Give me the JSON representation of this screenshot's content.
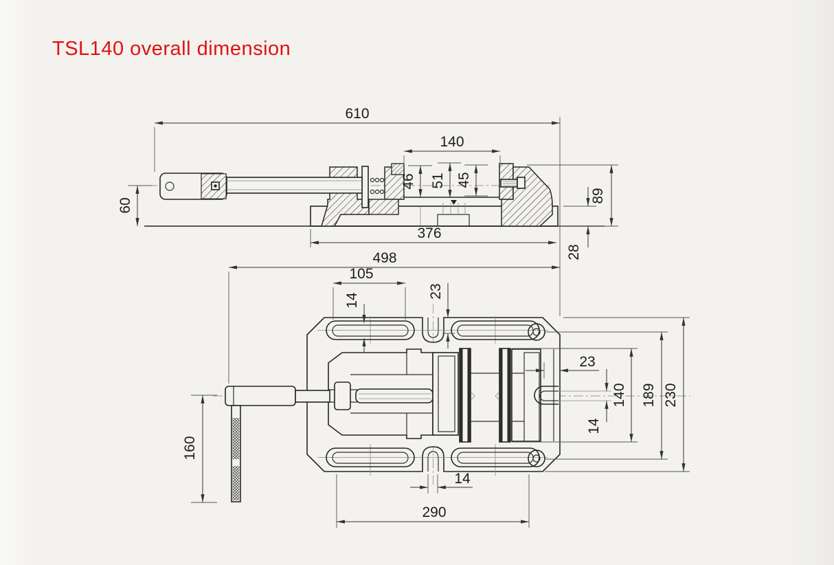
{
  "title": {
    "text": "TSL140 overall dimension",
    "color": "#e01212"
  },
  "views": {
    "side": {
      "label": "side-elevation-view",
      "dims": {
        "overall_length": "610",
        "jaw_opening": "140",
        "jaw_h_left": "46",
        "jaw_h_center": "51",
        "jaw_h_right": "45",
        "handle_center_height": "60",
        "body_height": "89",
        "base_length": "376",
        "base_height": "28"
      }
    },
    "plan": {
      "label": "top-plan-view",
      "dims": {
        "overall_length": "498",
        "tslot_length": "105",
        "tslot_width": "14",
        "notch_depth": "23",
        "slot_to_edge": "23",
        "jaw_width": "140",
        "hole_span": "189",
        "overall_width": "230",
        "side_slot_width": "14",
        "handle_length": "160",
        "notch_width": "14",
        "mount_span": "290"
      }
    }
  }
}
